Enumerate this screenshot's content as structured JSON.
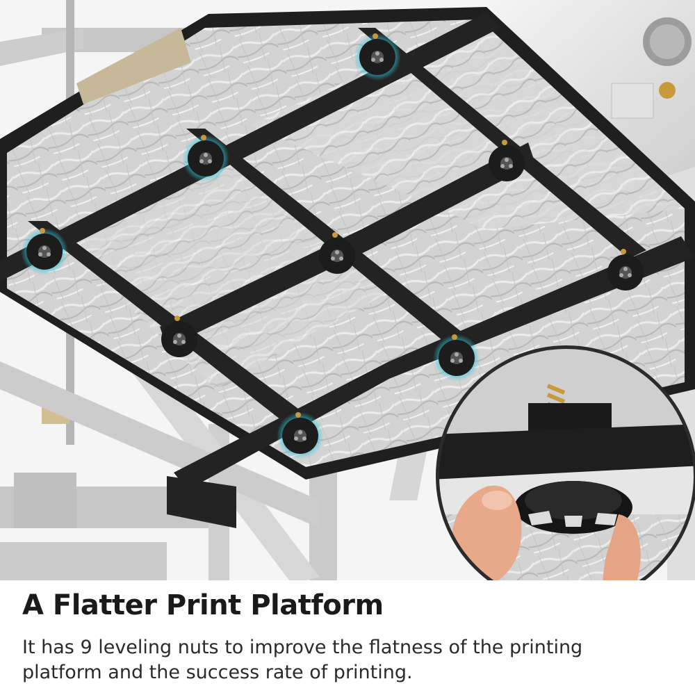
{
  "headline": "A Flatter Print Platform",
  "description": "It has 9 leveling nuts to improve the flatness of the printing platform and the success rate of printing.",
  "colors": {
    "frame": "#2b2b2b",
    "insulation": "#d4d4d4",
    "highlight_glow": "#2ec8e0",
    "leveling_nut": "#1c1c1c",
    "brass": "#c89a3c",
    "text": "#1a1a1a"
  },
  "leveling_nut_count": 9,
  "icons": [
    "leveling-nut-icon",
    "zoom-inset-icon",
    "power-supply-icon",
    "lead-screw-icon"
  ]
}
